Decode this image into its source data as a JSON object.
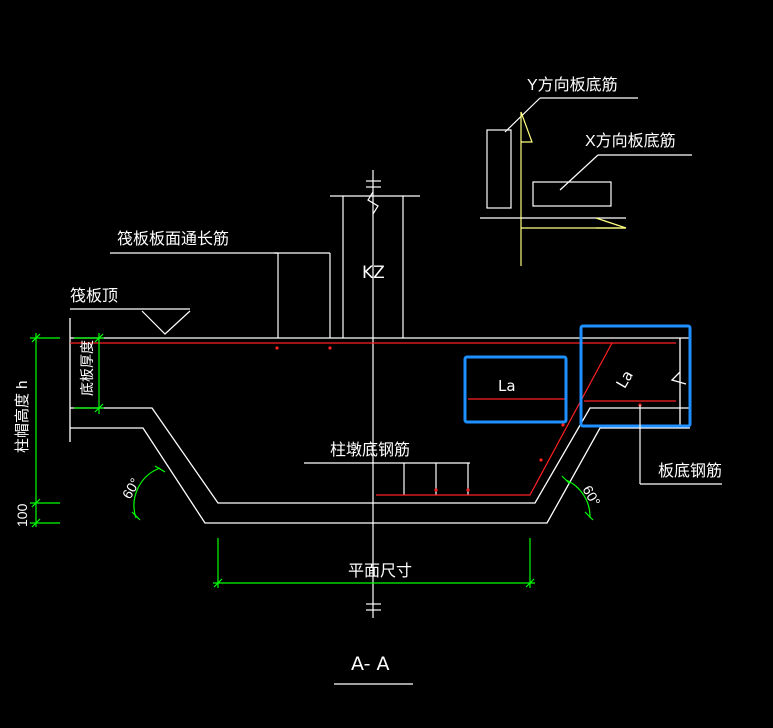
{
  "labels": {
    "y_bottom_bar": "Y方向板底筋",
    "x_bottom_bar": "X方向板底筋",
    "raft_top_through_bar": "筏板板面通长筋",
    "raft_top": "筏板顶",
    "column": "KZ",
    "slab_thickness": "底板厚度",
    "cap_height": "柱帽高度 h",
    "dim_100": "100",
    "anchor_left": "La",
    "anchor_right": "La",
    "pier_bottom_bar": "柱墩底钢筋",
    "slab_bottom_bar": "板底钢筋",
    "angle_left": "60°",
    "angle_right": "60°",
    "plan_size": "平面尺寸",
    "section_title": "A- A"
  },
  "colors": {
    "background": "#000000",
    "line": "#ffffff",
    "rebar": "#ff2020",
    "dimension": "#00ff00",
    "axis": "#ffff80",
    "highlight": "#1e90ff"
  }
}
